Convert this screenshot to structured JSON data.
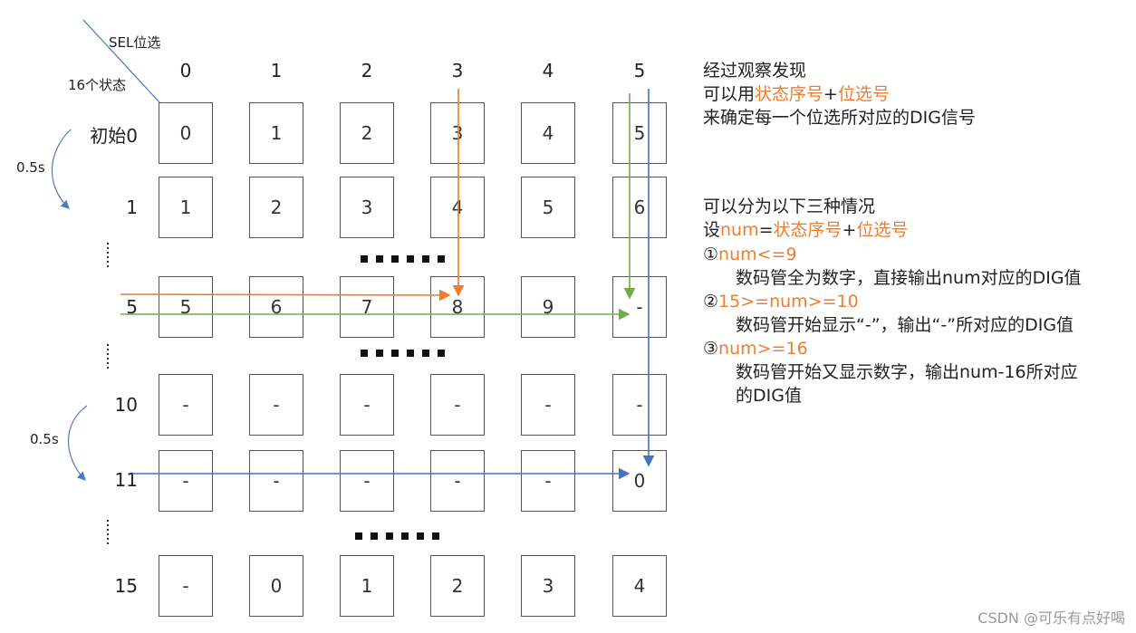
{
  "corner": {
    "sel_label": "SEL位选",
    "state_label": "16个状态"
  },
  "columns": [
    "0",
    "1",
    "2",
    "3",
    "4",
    "5"
  ],
  "rows": [
    {
      "label": "初始0",
      "cells": [
        "0",
        "1",
        "2",
        "3",
        "4",
        "5"
      ]
    },
    {
      "label": "1",
      "cells": [
        "1",
        "2",
        "3",
        "4",
        "5",
        "6"
      ]
    },
    {
      "label": "5",
      "cells": [
        "5",
        "6",
        "7",
        "8",
        "9",
        "-"
      ]
    },
    {
      "label": "10",
      "cells": [
        "-",
        "-",
        "-",
        "-",
        "-",
        "-"
      ]
    },
    {
      "label": "11",
      "cells": [
        "-",
        "-",
        "-",
        "-",
        "-",
        "0"
      ]
    },
    {
      "label": "15",
      "cells": [
        "-",
        "0",
        "1",
        "2",
        "3",
        "4"
      ]
    }
  ],
  "timing": [
    "0.5s",
    "0.5s"
  ],
  "notes": {
    "p1_line1": "经过观察发现",
    "p1_line2_a": "可以用",
    "p1_line2_b": "状态序号",
    "p1_line2_c": "+",
    "p1_line2_d": "位选号",
    "p1_line3": "来确定每一个位选所对应的DIG信号",
    "p2_line1": "可以分为以下三种情况",
    "p2_line2_a": "设",
    "p2_line2_b": "num",
    "p2_line2_c": "=",
    "p2_line2_d": "状态序号",
    "p2_line2_e": "+",
    "p2_line2_f": "位选号",
    "case1_num": "①",
    "case1_cond": "num<=9",
    "case1_desc": "数码管全为数字，直接输出num对应的DIG值",
    "case2_num": "②",
    "case2_cond": "15>=num>=10",
    "case2_desc": "数码管开始显示“-”，输出“-”所对应的DIG值",
    "case3_num": "③",
    "case3_cond": "num>=16",
    "case3_desc_1": "数码管开始又显示数字，输出num-16所对应",
    "case3_desc_2": "的DIG值"
  },
  "watermark": "CSDN @可乐有点好喝",
  "colors": {
    "orange": "#ed7d31",
    "green": "#70ad47",
    "blue": "#4472c4"
  }
}
